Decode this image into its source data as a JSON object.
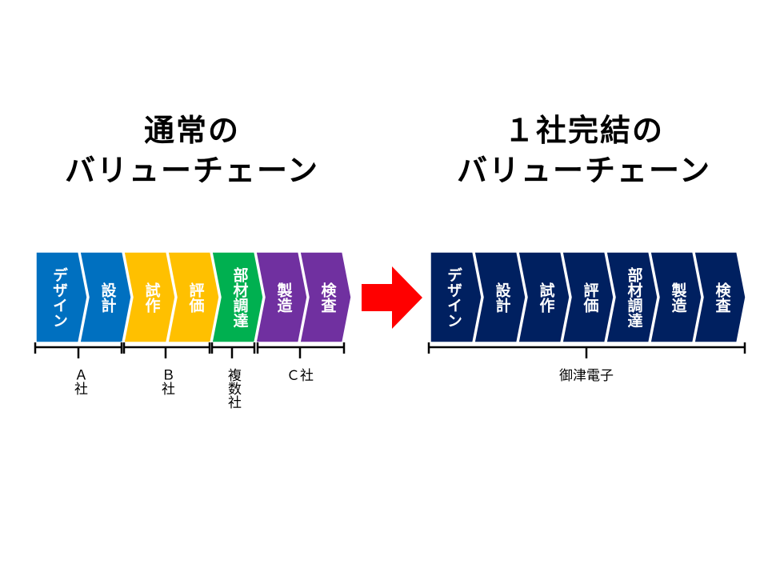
{
  "left": {
    "title_line1": "通常の",
    "title_line2": "バリューチェーン",
    "steps": [
      {
        "label": "デザイン",
        "color": "#0070C0"
      },
      {
        "label": "設計",
        "color": "#0070C0"
      },
      {
        "label": "試作",
        "color": "#FFC000"
      },
      {
        "label": "評価",
        "color": "#FFC000"
      },
      {
        "label": "部材調達",
        "color": "#00B050"
      },
      {
        "label": "製造",
        "color": "#7030A0"
      },
      {
        "label": "検査",
        "color": "#7030A0"
      }
    ],
    "companies": [
      {
        "label": "Ａ社"
      },
      {
        "label": "Ｂ社"
      },
      {
        "label": "複数社"
      },
      {
        "label": "Ｃ社"
      }
    ]
  },
  "arrow": {
    "color": "#FF0000"
  },
  "right": {
    "title_line1": "１社完結の",
    "title_line2": "バリューチェーン",
    "step_color": "#002060",
    "steps": [
      {
        "label": "デザイン"
      },
      {
        "label": "設計"
      },
      {
        "label": "試作"
      },
      {
        "label": "評価"
      },
      {
        "label": "部材調達"
      },
      {
        "label": "製造"
      },
      {
        "label": "検査"
      }
    ],
    "company": {
      "label": "御津電子"
    }
  }
}
